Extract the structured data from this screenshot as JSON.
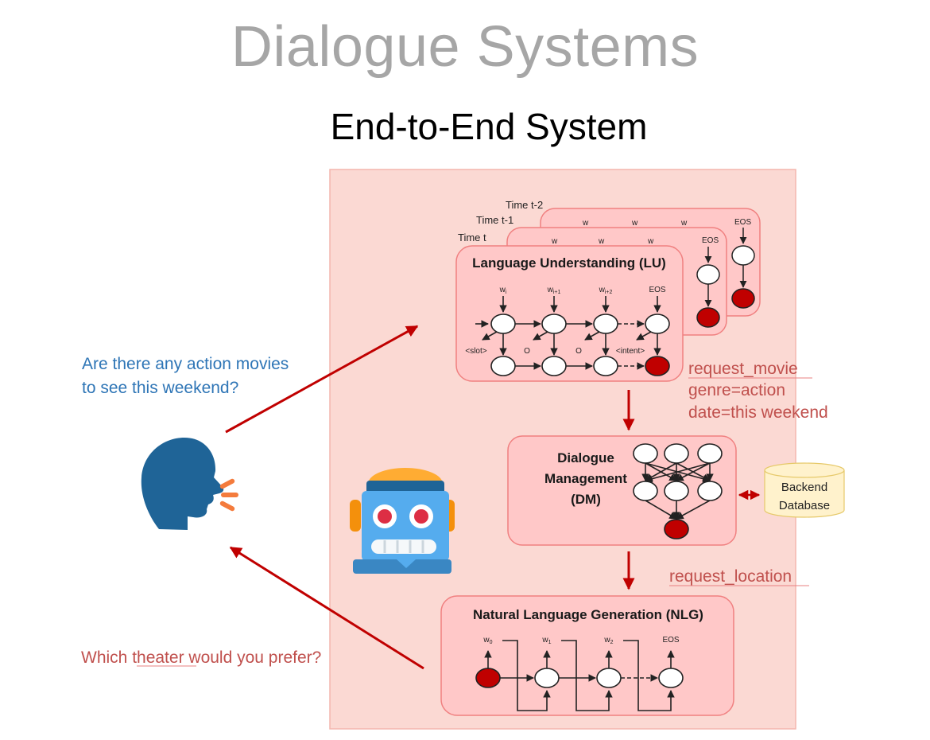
{
  "slide": {
    "title": "Dialogue Systems",
    "subtitle": "End-to-End System"
  },
  "user": {
    "utterance_line1": "Are there any action movies",
    "utterance_line2": "to see this weekend?",
    "icon": "speaking-head-icon"
  },
  "system": {
    "response_prefix": "Which ",
    "response_keyword": "theater",
    "response_suffix": " would you prefer?",
    "icon": "robot-icon"
  },
  "lu": {
    "title": "Language Understanding (LU)",
    "time_labels": [
      "Time t-2",
      "Time t-1",
      "Time t"
    ],
    "inputs": [
      "w",
      "w",
      "w",
      "EOS"
    ],
    "input_subscripts": [
      "i",
      "i+1",
      "i+2",
      ""
    ],
    "outputs": [
      "<slot>",
      "O",
      "O",
      "<intent>"
    ]
  },
  "semantic_frame": {
    "intent": "request_movie",
    "slot1": "genre=action",
    "slot2": "date=this weekend"
  },
  "dm": {
    "title_line1": "Dialogue",
    "title_line2": "Management",
    "title_line3": "(DM)"
  },
  "backend": {
    "line1": "Backend",
    "line2": "Database"
  },
  "system_action": "request_location",
  "nlg": {
    "title": "Natural Language Generation (NLG)",
    "outputs": [
      "w",
      "w",
      "w",
      "EOS"
    ],
    "output_subscripts": [
      "0",
      "1",
      "2",
      ""
    ]
  },
  "colors": {
    "panel_bg": "#fbd9d3",
    "module_bg": "#ffc8c8",
    "module_border": "#f08080",
    "arrow_red": "#c00000",
    "node_red": "#c00000",
    "user_blue": "#2e75b6",
    "system_red": "#c0504d",
    "db_fill": "#fff2cc",
    "head_blue": "#1f6497",
    "sound_orange": "#f47b3c"
  }
}
